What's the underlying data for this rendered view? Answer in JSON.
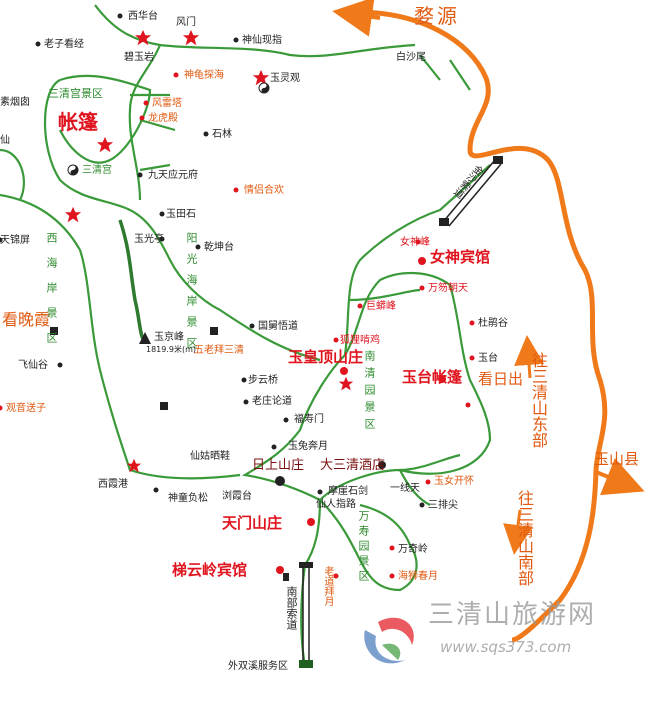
{
  "colors": {
    "trail": "#3a9a3a",
    "road": "#f07a1a",
    "red": "#e0141e",
    "orange": "#e05a10",
    "green": "#2e8b2e",
    "black": "#222222"
  },
  "icons": [
    "star-icon",
    "taiji-icon",
    "peak-triangle-icon",
    "cable-station-icon",
    "hotel-dot-icon"
  ],
  "big": {
    "wuyuan": "婺源",
    "yushanxian": "玉山县",
    "nvshen": "女神宾馆",
    "yuhuangding": "玉皇顶山庄",
    "yutaizhangpeng": "玉台帐篷",
    "kanrichu": "看日出",
    "kanwanxia": "看晚霞",
    "zhangpeng": "帐篷",
    "tianmen": "天门山庄",
    "tiyunling": "梯云岭宾馆",
    "rishang": "日上山庄",
    "dasanqing": "大三清酒店"
  },
  "routes": {
    "east": "往三清山东部",
    "south": "往三清山南部"
  },
  "cable": {
    "jinsha": "金沙索道",
    "nanbu": "南部索道"
  },
  "areas": {
    "sanqinggong": "三清宫景区",
    "yangguang": "阳光海岸景区",
    "xihai": "西海岸景区",
    "nanqing": "南清园景区",
    "wanshou": "万寿园景区"
  },
  "places": {
    "xihuatai": "西华台",
    "fengmen": "风门",
    "laozikanjing": "老子看经",
    "biyuyan": "碧玉岩",
    "shenxianxianzhi": "神仙现指",
    "baishawei": "白沙尾",
    "shenguixihai": "神龟探海",
    "yulingguan": "玉灵观",
    "suyancong": "素烟囱",
    "fengleita": "风雷塔",
    "longhudian": "龙虎殿",
    "shilin": "石林",
    "yishan": "仙",
    "sanqinggong": "三清宫",
    "jiutianyingyuan": "九天应元府",
    "qingxinhehuan": "情侣合欢",
    "tianjinping": "天锦屏",
    "yutianshi": "玉田石",
    "yuguangting": "玉光亭",
    "qianshentai": "乾坤台",
    "nvshenfeng": "女神峰",
    "wanshanchaotian": "万笏朝天",
    "jumangfeng": "巨蟒峰",
    "dujuangu": "杜鹃谷",
    "yujingfeng": "玉京峰",
    "yujingheight": "1819.9米(m)",
    "guojiangwudao": "国舅悟道",
    "wulaobaisanqing": "五老拜三清",
    "feixiangu": "飞仙谷",
    "hulitang": "狐狸啃鸡",
    "yutai": "玉台",
    "buyunqiao": "步云桥",
    "laozilundao": "老庄论道",
    "fushoumen": "福寿门",
    "guanyinsongzi": "观音送子",
    "yutubenyue": "玉兔奔月",
    "xiangushaixie": "仙姑晒鞋",
    "xixiagang": "西霞港",
    "shentongfuqiao": "神童负松",
    "liuxiatai": "浏霞台",
    "moyashijian": "摩崖石剑",
    "xianrenzhilu": "仙人指路",
    "yixiantian": "一线天",
    "yunvkaihuai": "玉女开怀",
    "sanpaijian": "三排尖",
    "wanqiling": "万奇岭",
    "lihuibaiyue": "老道拜月",
    "haishichunyue": "海狮春月",
    "waishuangxi": "外双溪服务区"
  },
  "watermark": {
    "title": "三清山旅游网",
    "url": "www.sqs373.com"
  }
}
